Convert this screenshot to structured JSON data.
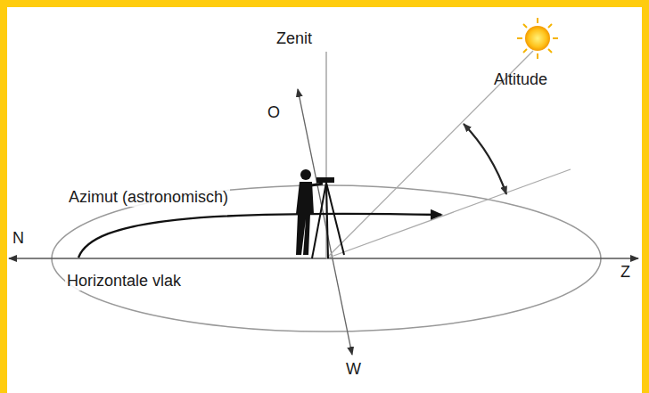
{
  "diagram": {
    "labels": [
      "Zenit",
      "O",
      "Altitude",
      "Azimut (astronomisch)",
      "N",
      "Horizontale vlak",
      "Z",
      "W"
    ]
  }
}
